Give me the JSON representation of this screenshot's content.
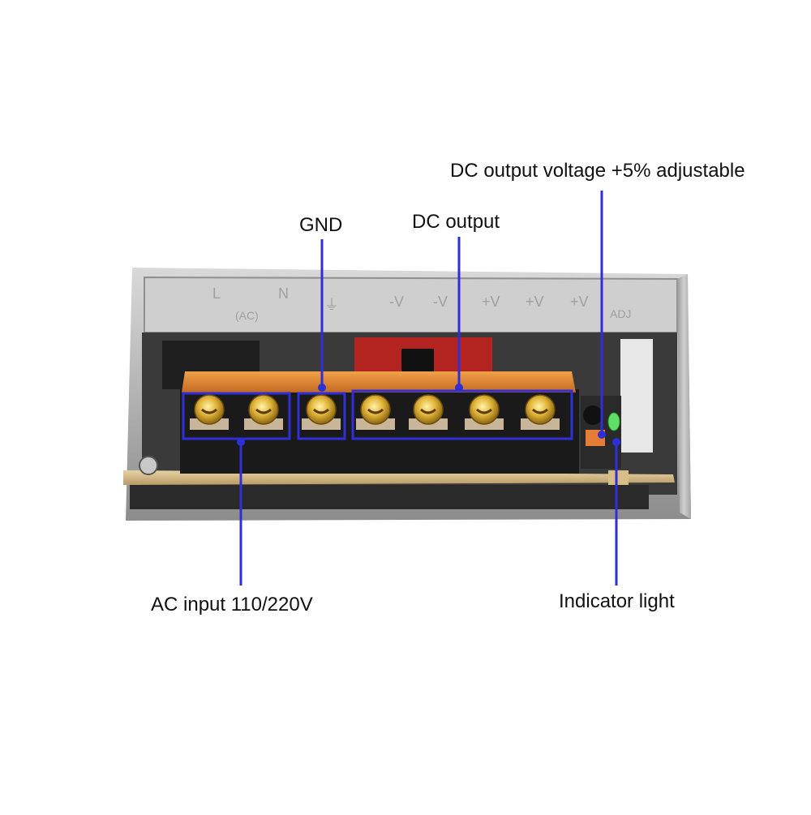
{
  "labels": {
    "gnd": "GND",
    "dc_output": "DC output",
    "dc_adjust": "DC output voltage +5% adjustable",
    "ac_input": "AC input 110/220V",
    "indicator": "Indicator light"
  },
  "terminal_markings": [
    "L",
    "N",
    "(AC)",
    "⏚",
    "-V",
    "-V",
    "+V",
    "+V",
    "+V",
    "ADJ"
  ],
  "colors": {
    "callout": "#2f2fd8",
    "screw": "#e2b53a",
    "cover": "#e28a3e",
    "led": "#5ee066"
  }
}
